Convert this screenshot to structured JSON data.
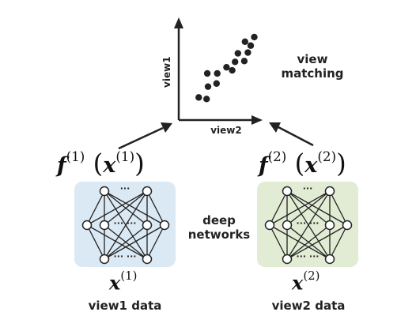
{
  "labels": {
    "view_matching": "view\nmatching",
    "axis_y": "view1",
    "axis_x": "view2",
    "deep_networks": "deep\nnetworks",
    "view1_data": "view1 data",
    "view2_data": "view2 data",
    "f1_fn": "f",
    "f1_sup": "(1)",
    "f1_arg": "x",
    "f1_arg_sup": "(1)",
    "f2_fn": "f",
    "f2_sup": "(2)",
    "f2_arg": "x",
    "f2_arg_sup": "(2)",
    "x1": "x",
    "x1_sup": "(1)",
    "x2": "x",
    "x2_sup": "(2)",
    "hidden_dots": "···  ···",
    "top_dots": "···",
    "bottom_dots": "··· ···"
  },
  "colors": {
    "net1_bg": "#dbe9f4",
    "net2_bg": "#e2ecd5",
    "ink": "#222222"
  },
  "scatter_points": [
    {
      "view2": 0.95,
      "view1": 0.97
    },
    {
      "view2": 0.82,
      "view1": 0.91
    },
    {
      "view2": 0.9,
      "view1": 0.86
    },
    {
      "view2": 0.72,
      "view1": 0.76
    },
    {
      "view2": 0.86,
      "view1": 0.77
    },
    {
      "view2": 0.81,
      "view1": 0.66
    },
    {
      "view2": 0.68,
      "view1": 0.65
    },
    {
      "view2": 0.56,
      "view1": 0.58
    },
    {
      "view2": 0.43,
      "view1": 0.5
    },
    {
      "view2": 0.64,
      "view1": 0.54
    },
    {
      "view2": 0.29,
      "view1": 0.5
    },
    {
      "view2": 0.42,
      "view1": 0.37
    },
    {
      "view2": 0.3,
      "view1": 0.33
    },
    {
      "view2": 0.17,
      "view1": 0.19
    },
    {
      "view2": 0.28,
      "view1": 0.17
    }
  ]
}
